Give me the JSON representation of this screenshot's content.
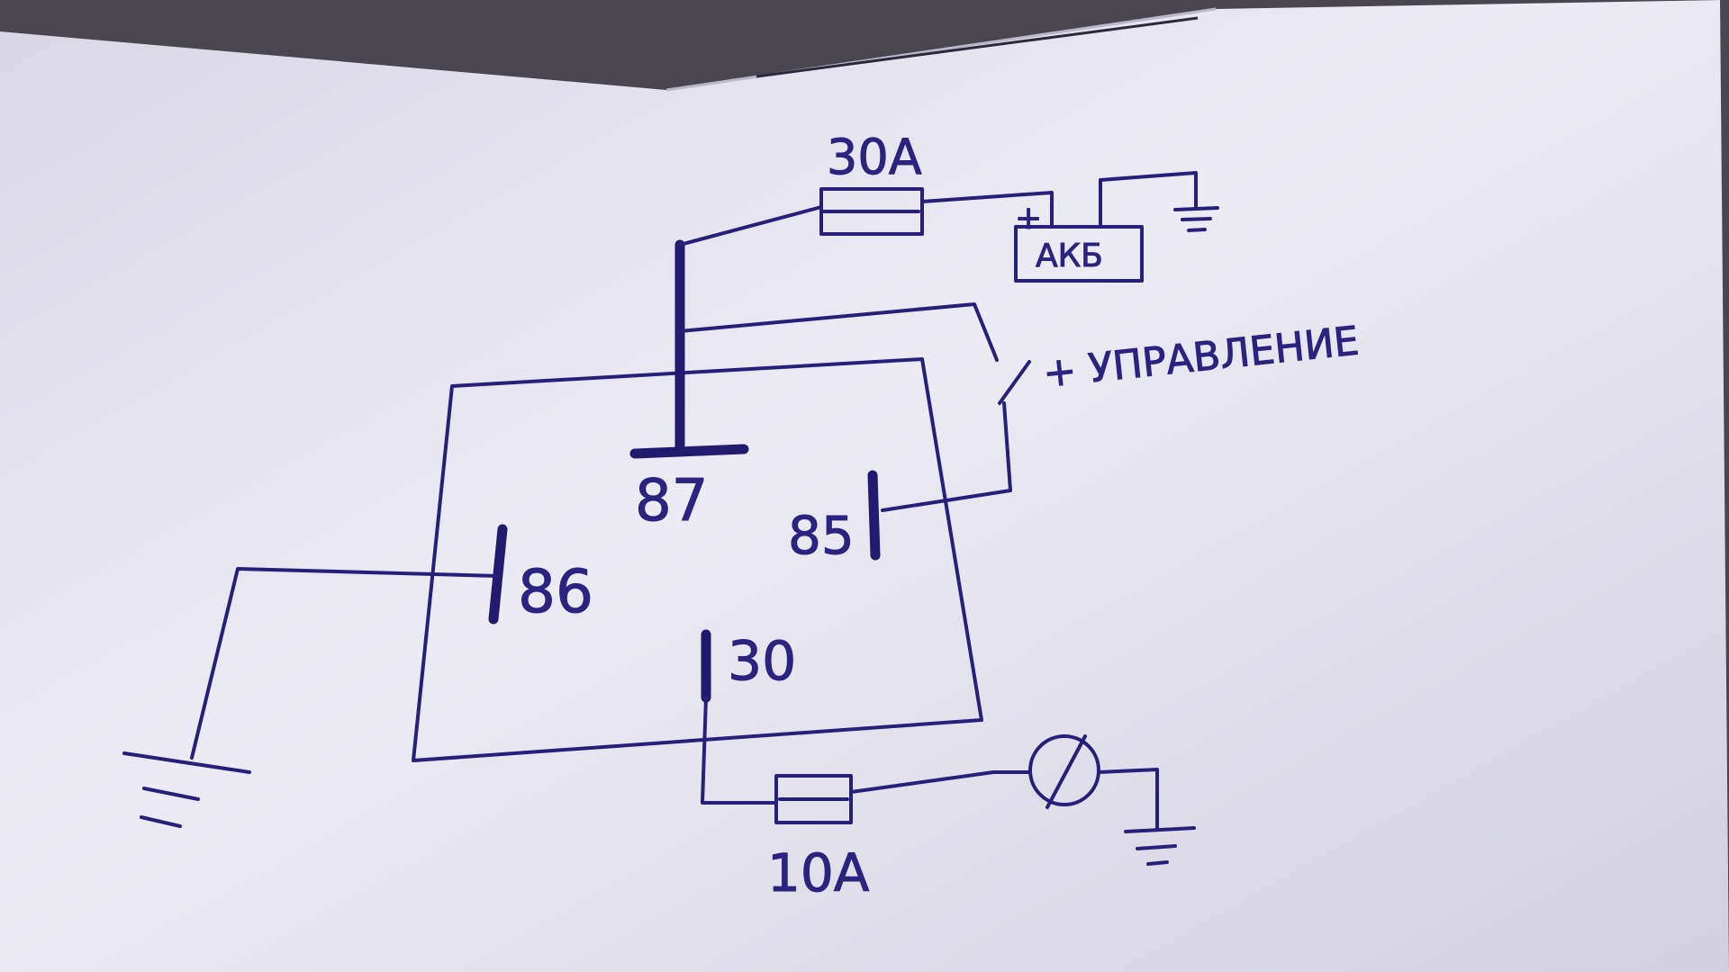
{
  "diagram": {
    "fuse_main_label": "30A",
    "battery_label": "АКБ",
    "battery_plus": "+",
    "control_label": "+ УПРАВЛЕНИЕ",
    "pin_87": "87",
    "pin_85": "85",
    "pin_86": "86",
    "pin_30": "30",
    "fuse_load_label": "10A"
  },
  "colors": {
    "ink": "#27207a",
    "paper": "#e9e8f2",
    "background": "#4a4650"
  }
}
